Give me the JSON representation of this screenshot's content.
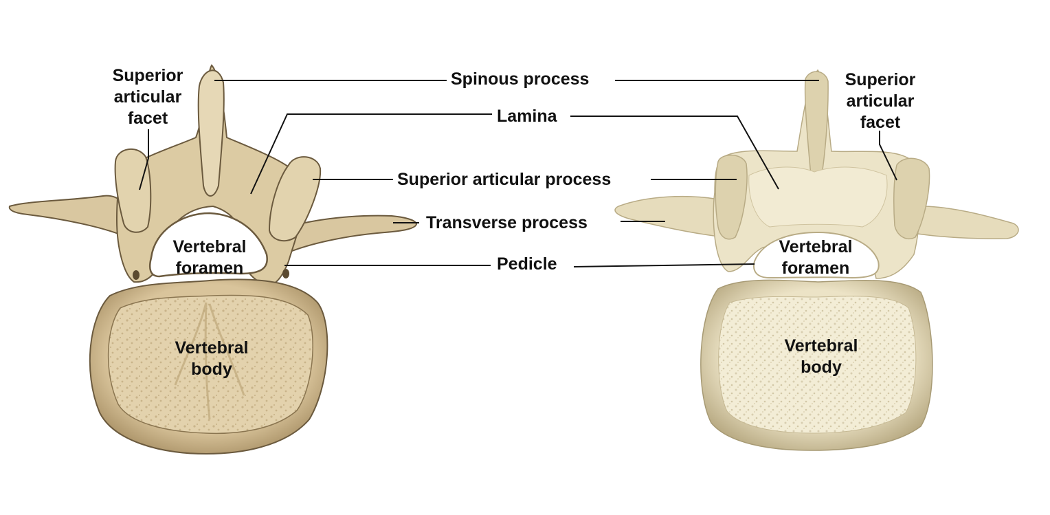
{
  "colors": {
    "illustration_bone": "#dccba3",
    "illustration_shadow": "#a8926a",
    "illustration_outline": "#6b5a3e",
    "photo_bone": "#ece4c8",
    "photo_shadow": "#bfb38e",
    "leader_line": "#111111",
    "label_text": "#111111"
  },
  "shared_labels": {
    "spinous_process": "Spinous process",
    "lamina": "Lamina",
    "superior_articular_process": "Superior articular process",
    "transverse_process": "Transverse process",
    "pedicle": "Pedicle"
  },
  "left_view": {
    "superior_articular_facet": [
      "Superior",
      "articular",
      "facet"
    ],
    "vertebral_foramen": [
      "Vertebral",
      "foramen"
    ],
    "vertebral_body": [
      "Vertebral",
      "body"
    ]
  },
  "right_view": {
    "superior_articular_facet": [
      "Superior",
      "articular",
      "facet"
    ],
    "vertebral_foramen": [
      "Vertebral",
      "foramen"
    ],
    "vertebral_body": [
      "Vertebral",
      "body"
    ]
  }
}
